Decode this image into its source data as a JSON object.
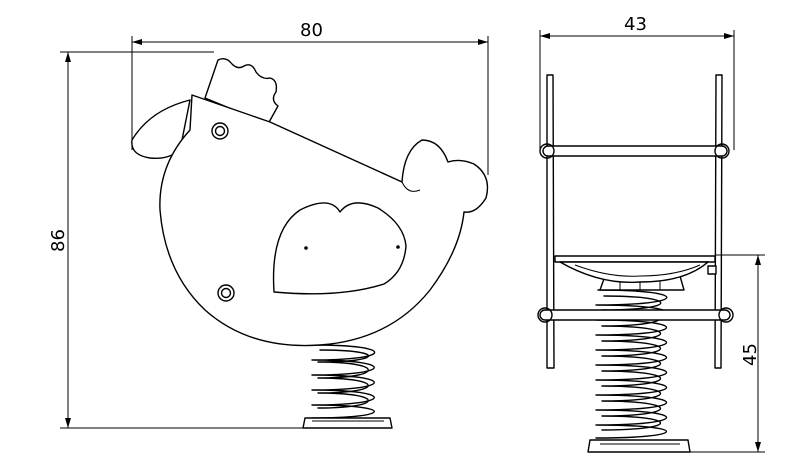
{
  "dimensions": {
    "front_width": "80",
    "front_height": "86",
    "side_width": "43",
    "seat_height": "45"
  }
}
